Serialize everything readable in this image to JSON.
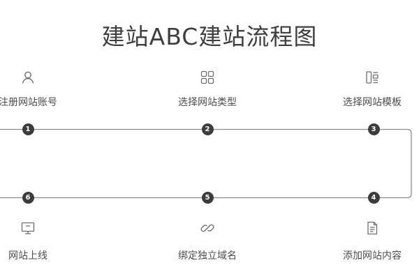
{
  "title": "建站ABC建站流程图",
  "steps": [
    {
      "number": "1",
      "label": "注册网站账号",
      "icon": "user-icon"
    },
    {
      "number": "2",
      "label": "选择网站类型",
      "icon": "grid-icon"
    },
    {
      "number": "3",
      "label": "选择网站模板",
      "icon": "template-icon"
    },
    {
      "number": "4",
      "label": "添加网站内容",
      "icon": "document-icon"
    },
    {
      "number": "5",
      "label": "绑定独立域名",
      "icon": "link-icon"
    },
    {
      "number": "6",
      "label": "网站上线",
      "icon": "monitor-icon"
    }
  ],
  "colors": {
    "line": "#8a8a8a",
    "badge": "#3c3c3c",
    "text": "#4c4c4c",
    "icon": "#6e6e6e"
  }
}
